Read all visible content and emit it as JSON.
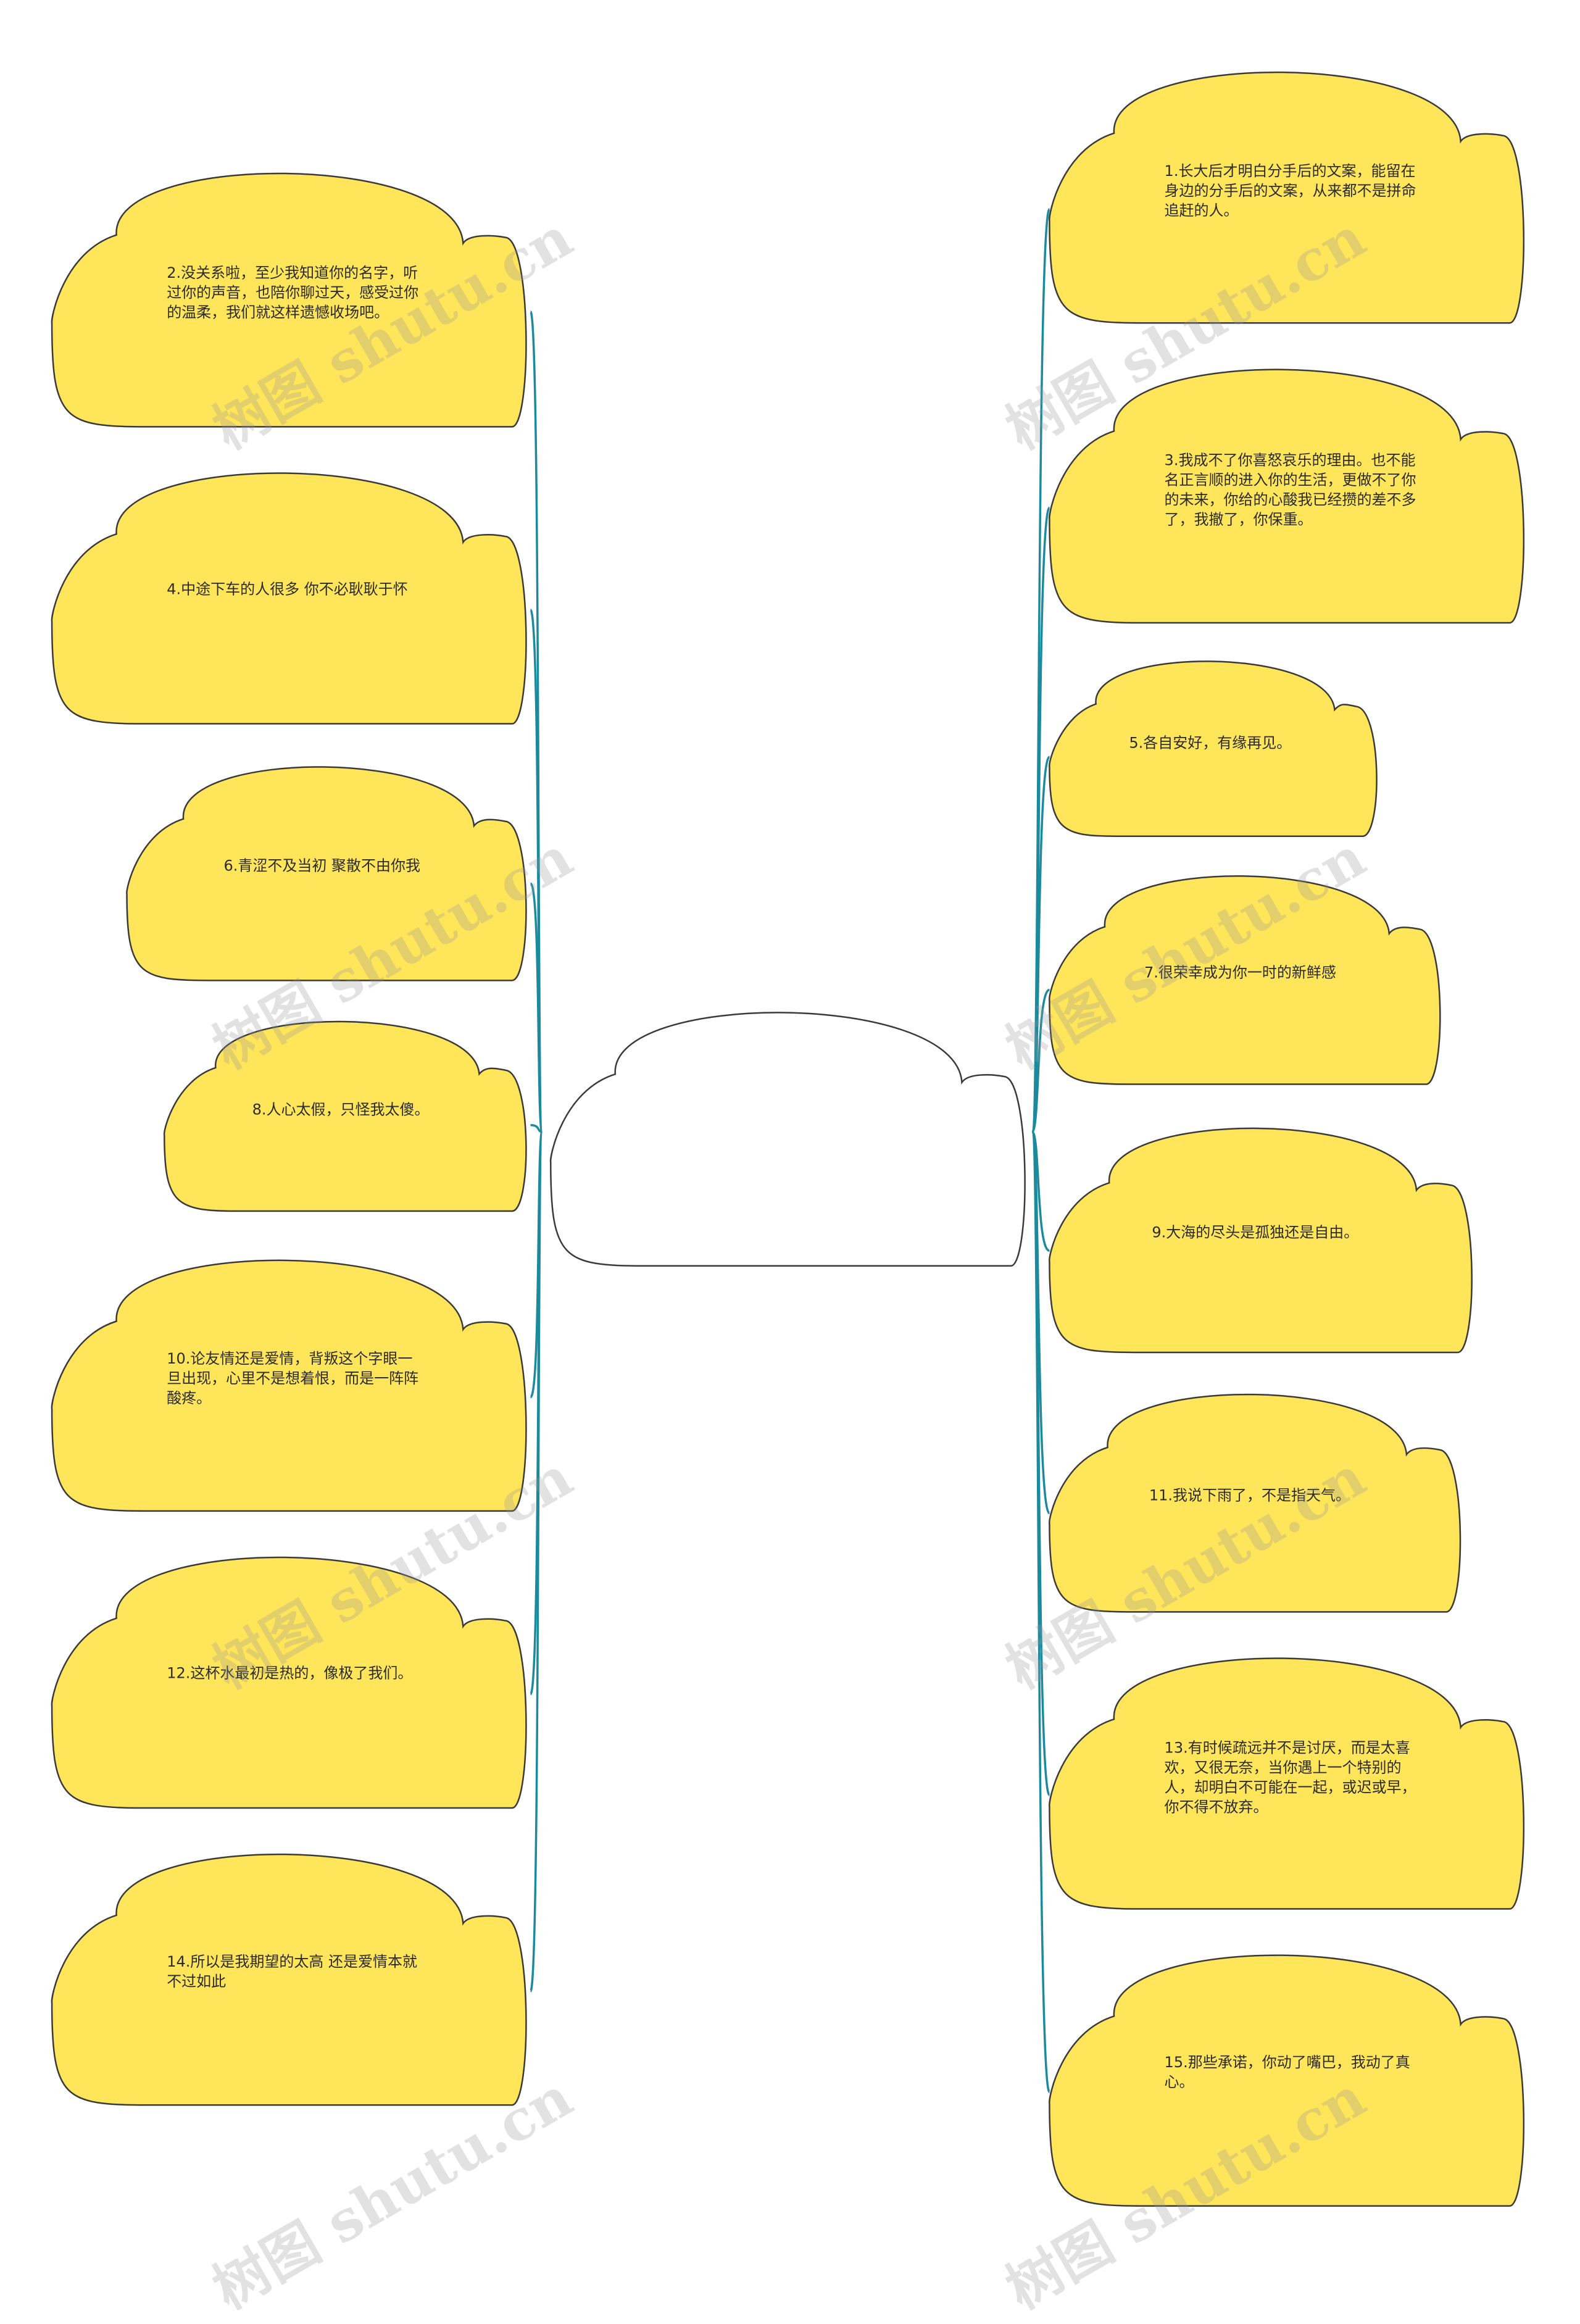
{
  "watermark": "树图 shutu.cn",
  "colors": {
    "cloud_fill": "#FFE55A",
    "cloud_stroke": "#3a3a3a",
    "connector": "#1B8A9C",
    "root_fill": "#FFFFFF"
  },
  "root": {
    "label": ""
  },
  "nodes": [
    {
      "id": "n1",
      "text": "1.长大后才明白分手后的文案，能留在身边的分手后的文案，从来都不是拼命追赶的人。"
    },
    {
      "id": "n2",
      "text": "2.没关系啦，至少我知道你的名字，听过你的声音，也陪你聊过天，感受过你的温柔，我们就这样遗憾收场吧。"
    },
    {
      "id": "n3",
      "text": "3.我成不了你喜怒哀乐的理由。也不能名正言顺的进入你的生活，更做不了你的未来，你给的心酸我已经攒的差不多了，我撤了，你保重。"
    },
    {
      "id": "n4",
      "text": "4.中途下车的人很多 你不必耿耿于怀"
    },
    {
      "id": "n5",
      "text": "5.各自安好，有缘再见。"
    },
    {
      "id": "n6",
      "text": "6.青涩不及当初 聚散不由你我"
    },
    {
      "id": "n7",
      "text": "7.很荣幸成为你一时的新鲜感"
    },
    {
      "id": "n8",
      "text": "8.人心太假，只怪我太傻。"
    },
    {
      "id": "n9",
      "text": "9.大海的尽头是孤独还是自由。"
    },
    {
      "id": "n10",
      "text": "10.论友情还是爱情，背叛这个字眼一旦出现，心里不是想着恨，而是一阵阵酸疼。"
    },
    {
      "id": "n11",
      "text": "11.我说下雨了，不是指天气。"
    },
    {
      "id": "n12",
      "text": "12.这杯水最初是热的，像极了我们。"
    },
    {
      "id": "n13",
      "text": "13.有时候疏远并不是讨厌，而是太喜欢，又很无奈，当你遇上一个特别的人，却明白不可能在一起，或迟或早，你不得不放弃。"
    },
    {
      "id": "n14",
      "text": "14.所以是我期望的太高 还是爱情本就不过如此"
    },
    {
      "id": "n15",
      "text": "15.那些承诺，你动了嘴巴，我动了真心。"
    }
  ]
}
